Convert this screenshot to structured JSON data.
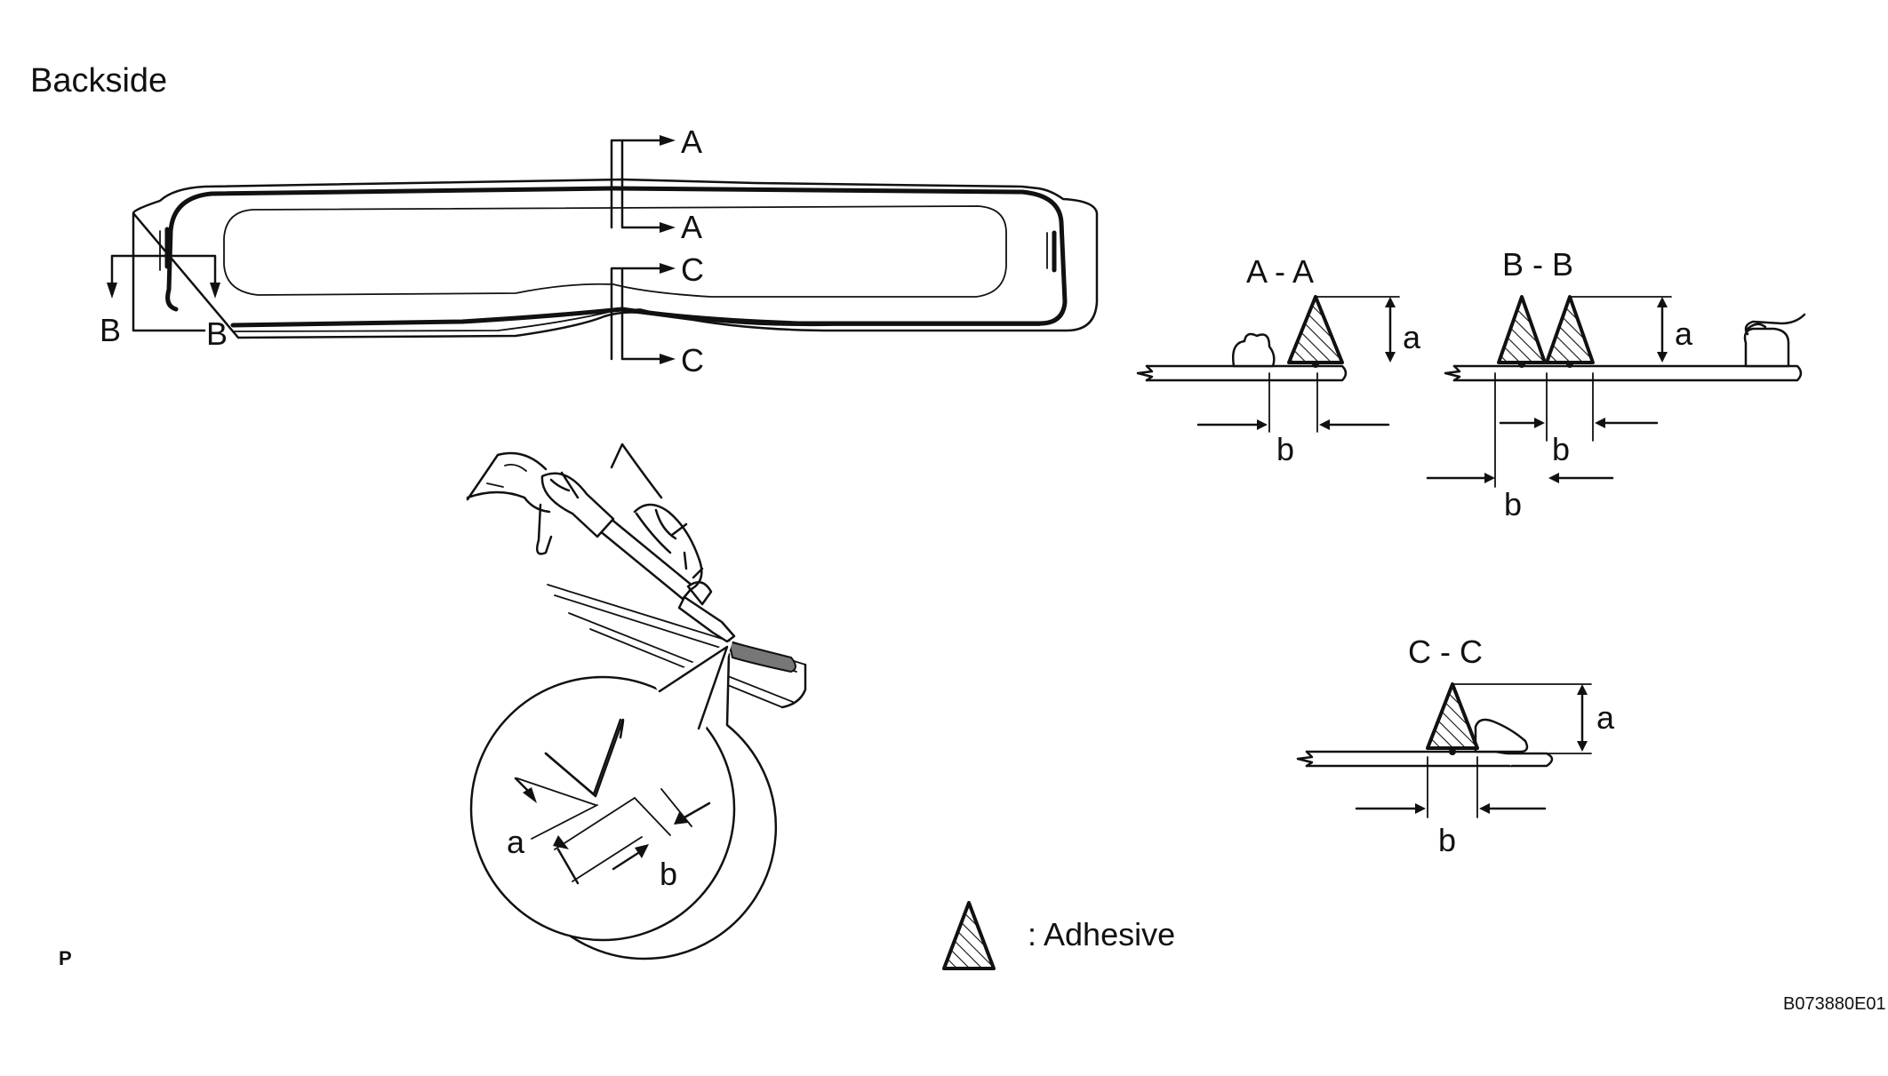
{
  "title": "Backside",
  "section_labels": {
    "a_top": "A",
    "a_bottom": "A",
    "b_left": "B",
    "b_right": "B",
    "c_top": "C",
    "c_bottom": "C"
  },
  "sections": {
    "aa": {
      "title": "A - A",
      "dim_a": "a",
      "dim_b": "b"
    },
    "bb": {
      "title": "B - B",
      "dim_a": "a",
      "dim_b_inner": "b",
      "dim_b_outer": "b"
    },
    "cc": {
      "title": "C - C",
      "dim_a": "a",
      "dim_b": "b"
    }
  },
  "detail": {
    "dim_a": "a",
    "dim_b": "b"
  },
  "legend": {
    "label": ": Adhesive"
  },
  "corner_mark": "P",
  "figure_code": "B073880E01"
}
